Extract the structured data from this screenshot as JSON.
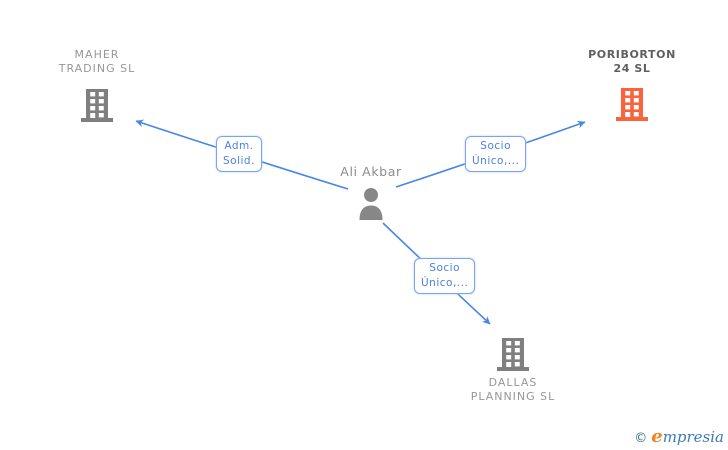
{
  "diagram": {
    "person": {
      "name": "Ali Akbar"
    },
    "companies": [
      {
        "name_line1": "MAHER",
        "name_line2": "TRADING SL",
        "icon_color": "gray"
      },
      {
        "name_line1": "PORIBORTON",
        "name_line2": "24 SL",
        "icon_color": "orange"
      },
      {
        "name_line1": "DALLAS",
        "name_line2": "PLANNING SL",
        "icon_color": "gray"
      }
    ],
    "relationships": [
      {
        "from": "Ali Akbar",
        "to": "MAHER TRADING SL",
        "label_line1": "Adm.",
        "label_line2": "Solid."
      },
      {
        "from": "Ali Akbar",
        "to": "PORIBORTON 24 SL",
        "label_line1": "Socio",
        "label_line2": "Único,..."
      },
      {
        "from": "Ali Akbar",
        "to": "DALLAS PLANNING SL",
        "label_line1": "Socio",
        "label_line2": "Único,..."
      }
    ]
  },
  "colors": {
    "edge_blue": "#4a86e8",
    "label_blue": "#4a7fe8",
    "label_border": "#7aa4f2",
    "node_gray": "#7f7f7f",
    "node_orange": "#f9643c",
    "name_gray": "#979797",
    "name_dark": "#5f5f5f",
    "logo_teal": "#367179",
    "logo_orange": "#ee8722",
    "logo_blue": "#3d79b8"
  },
  "footer": {
    "copyright_symbol": "©",
    "brand_initial": "e",
    "brand_rest": "mpresia"
  }
}
